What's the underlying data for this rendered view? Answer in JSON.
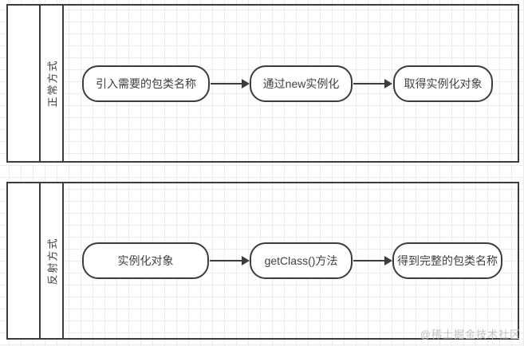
{
  "diagram": {
    "type": "swimlane-flowchart",
    "watermark": "@稀土掘金技术社区",
    "colors": {
      "stroke": "#3c3c3c",
      "text": "#3f3f3f",
      "grid": "#ececec",
      "background": "#ffffff",
      "watermark": "#c3c3c3"
    },
    "lanes": [
      {
        "label": "正常方式",
        "nodes": [
          "引入需要的包类名称",
          "通过new实例化",
          "取得实例化对象"
        ]
      },
      {
        "label": "反射方式",
        "nodes": [
          "实例化对象",
          "getClass()方法",
          "得到完整的包类名称"
        ]
      }
    ]
  }
}
